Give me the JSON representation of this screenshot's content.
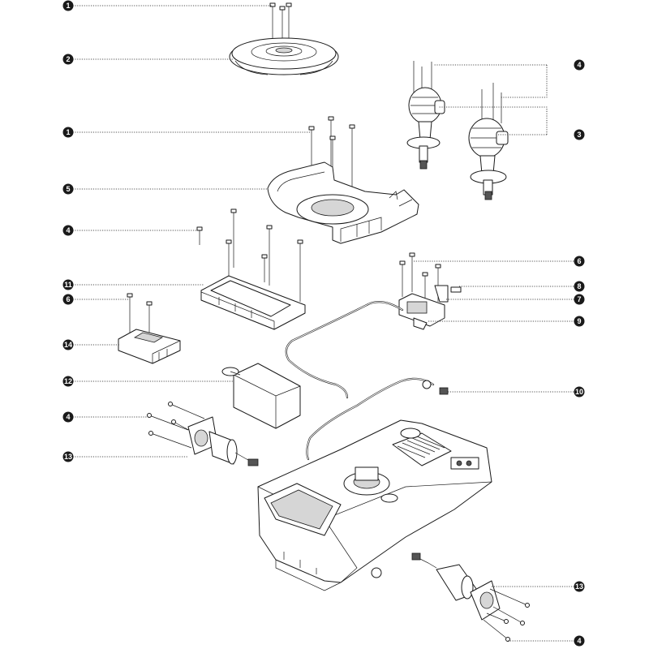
{
  "diagram": {
    "callouts": [
      {
        "label": "1"
      },
      {
        "label": "2"
      },
      {
        "label": "4"
      },
      {
        "label": "3"
      },
      {
        "label": "1"
      },
      {
        "label": "5"
      },
      {
        "label": "4"
      },
      {
        "label": "6"
      },
      {
        "label": "11"
      },
      {
        "label": "8"
      },
      {
        "label": "7"
      },
      {
        "label": "6"
      },
      {
        "label": "9"
      },
      {
        "label": "14"
      },
      {
        "label": "12"
      },
      {
        "label": "10"
      },
      {
        "label": "4"
      },
      {
        "label": "13"
      },
      {
        "label": "13"
      },
      {
        "label": "4"
      }
    ],
    "colors": {
      "line": "#1a1a1a",
      "shade": "#d6d6d6",
      "background": "#ffffff"
    }
  }
}
